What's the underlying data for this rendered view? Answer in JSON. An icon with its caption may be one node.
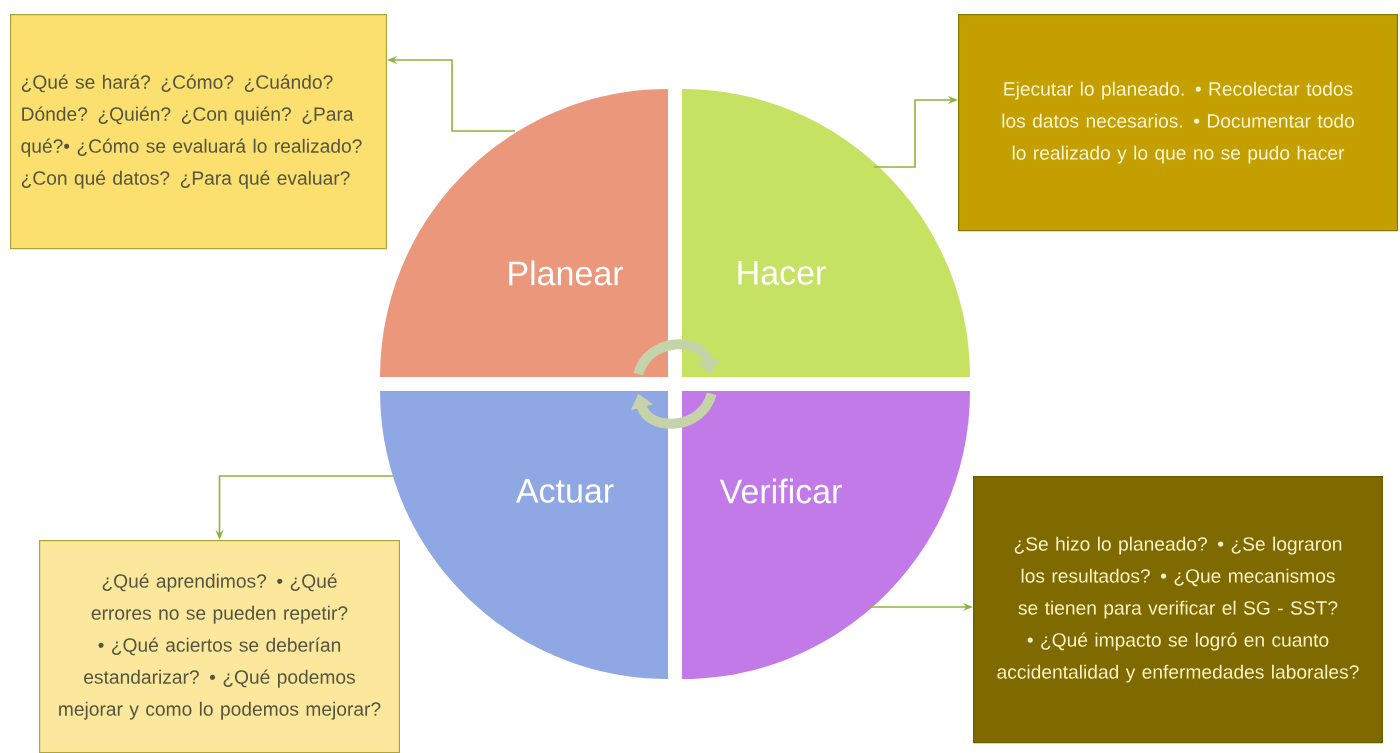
{
  "diagram": {
    "nodes": [
      {
        "text": [
          "¿Qué se hará? ¿Cómo? ¿Cuándo? Dónde? ¿Quién? ¿Con quién? ¿Para qué?• ¿Cómo se evaluará lo realizado? ¿Con qué datos? ¿Para qué evaluar?"
        ]
      },
      {
        "text": [
          "Ejecutar lo planeado. • Recolectar todos los datos necesarios. • Documentar todo lo realizado y lo que no se pudo hacer"
        ]
      },
      {
        "text": [
          "Planear"
        ]
      },
      {
        "text": [
          "Hacer"
        ]
      },
      {
        "text": [
          "Actuar"
        ]
      },
      {
        "text": [
          "Verificar"
        ]
      },
      {
        "text": [
          "¿Qué aprendimos? • ¿Qué errores no se pueden repetir? • ¿Qué aciertos se deberían estandarizar? • ¿Qué podemos mejorar y como lo podemos mejorar?"
        ]
      },
      {
        "text": [
          "¿Se hizo lo planeado? • ¿Se lograron los resultados? • ¿Que mecanismos se tienen para verificar el SG - SST? • ¿Qué impacto se logró en cuanto accidentalidad y enfermedades laborales?"
        ]
      }
    ],
    "edges": [
      {
        "from": 2,
        "to": 0,
        "arrow": "to"
      },
      {
        "from": 3,
        "to": 1,
        "arrow": "to"
      },
      {
        "from": 4,
        "to": 6,
        "arrow": "to"
      },
      {
        "from": 5,
        "to": 7,
        "arrow": "to"
      },
      {
        "from": 2,
        "to": 3,
        "arrow": "to",
        "style": "thick",
        "color": "#c5d3a8"
      },
      {
        "from": 5,
        "to": 4,
        "arrow": "to",
        "style": "thick",
        "color": "#c5d3a8"
      }
    ]
  }
}
